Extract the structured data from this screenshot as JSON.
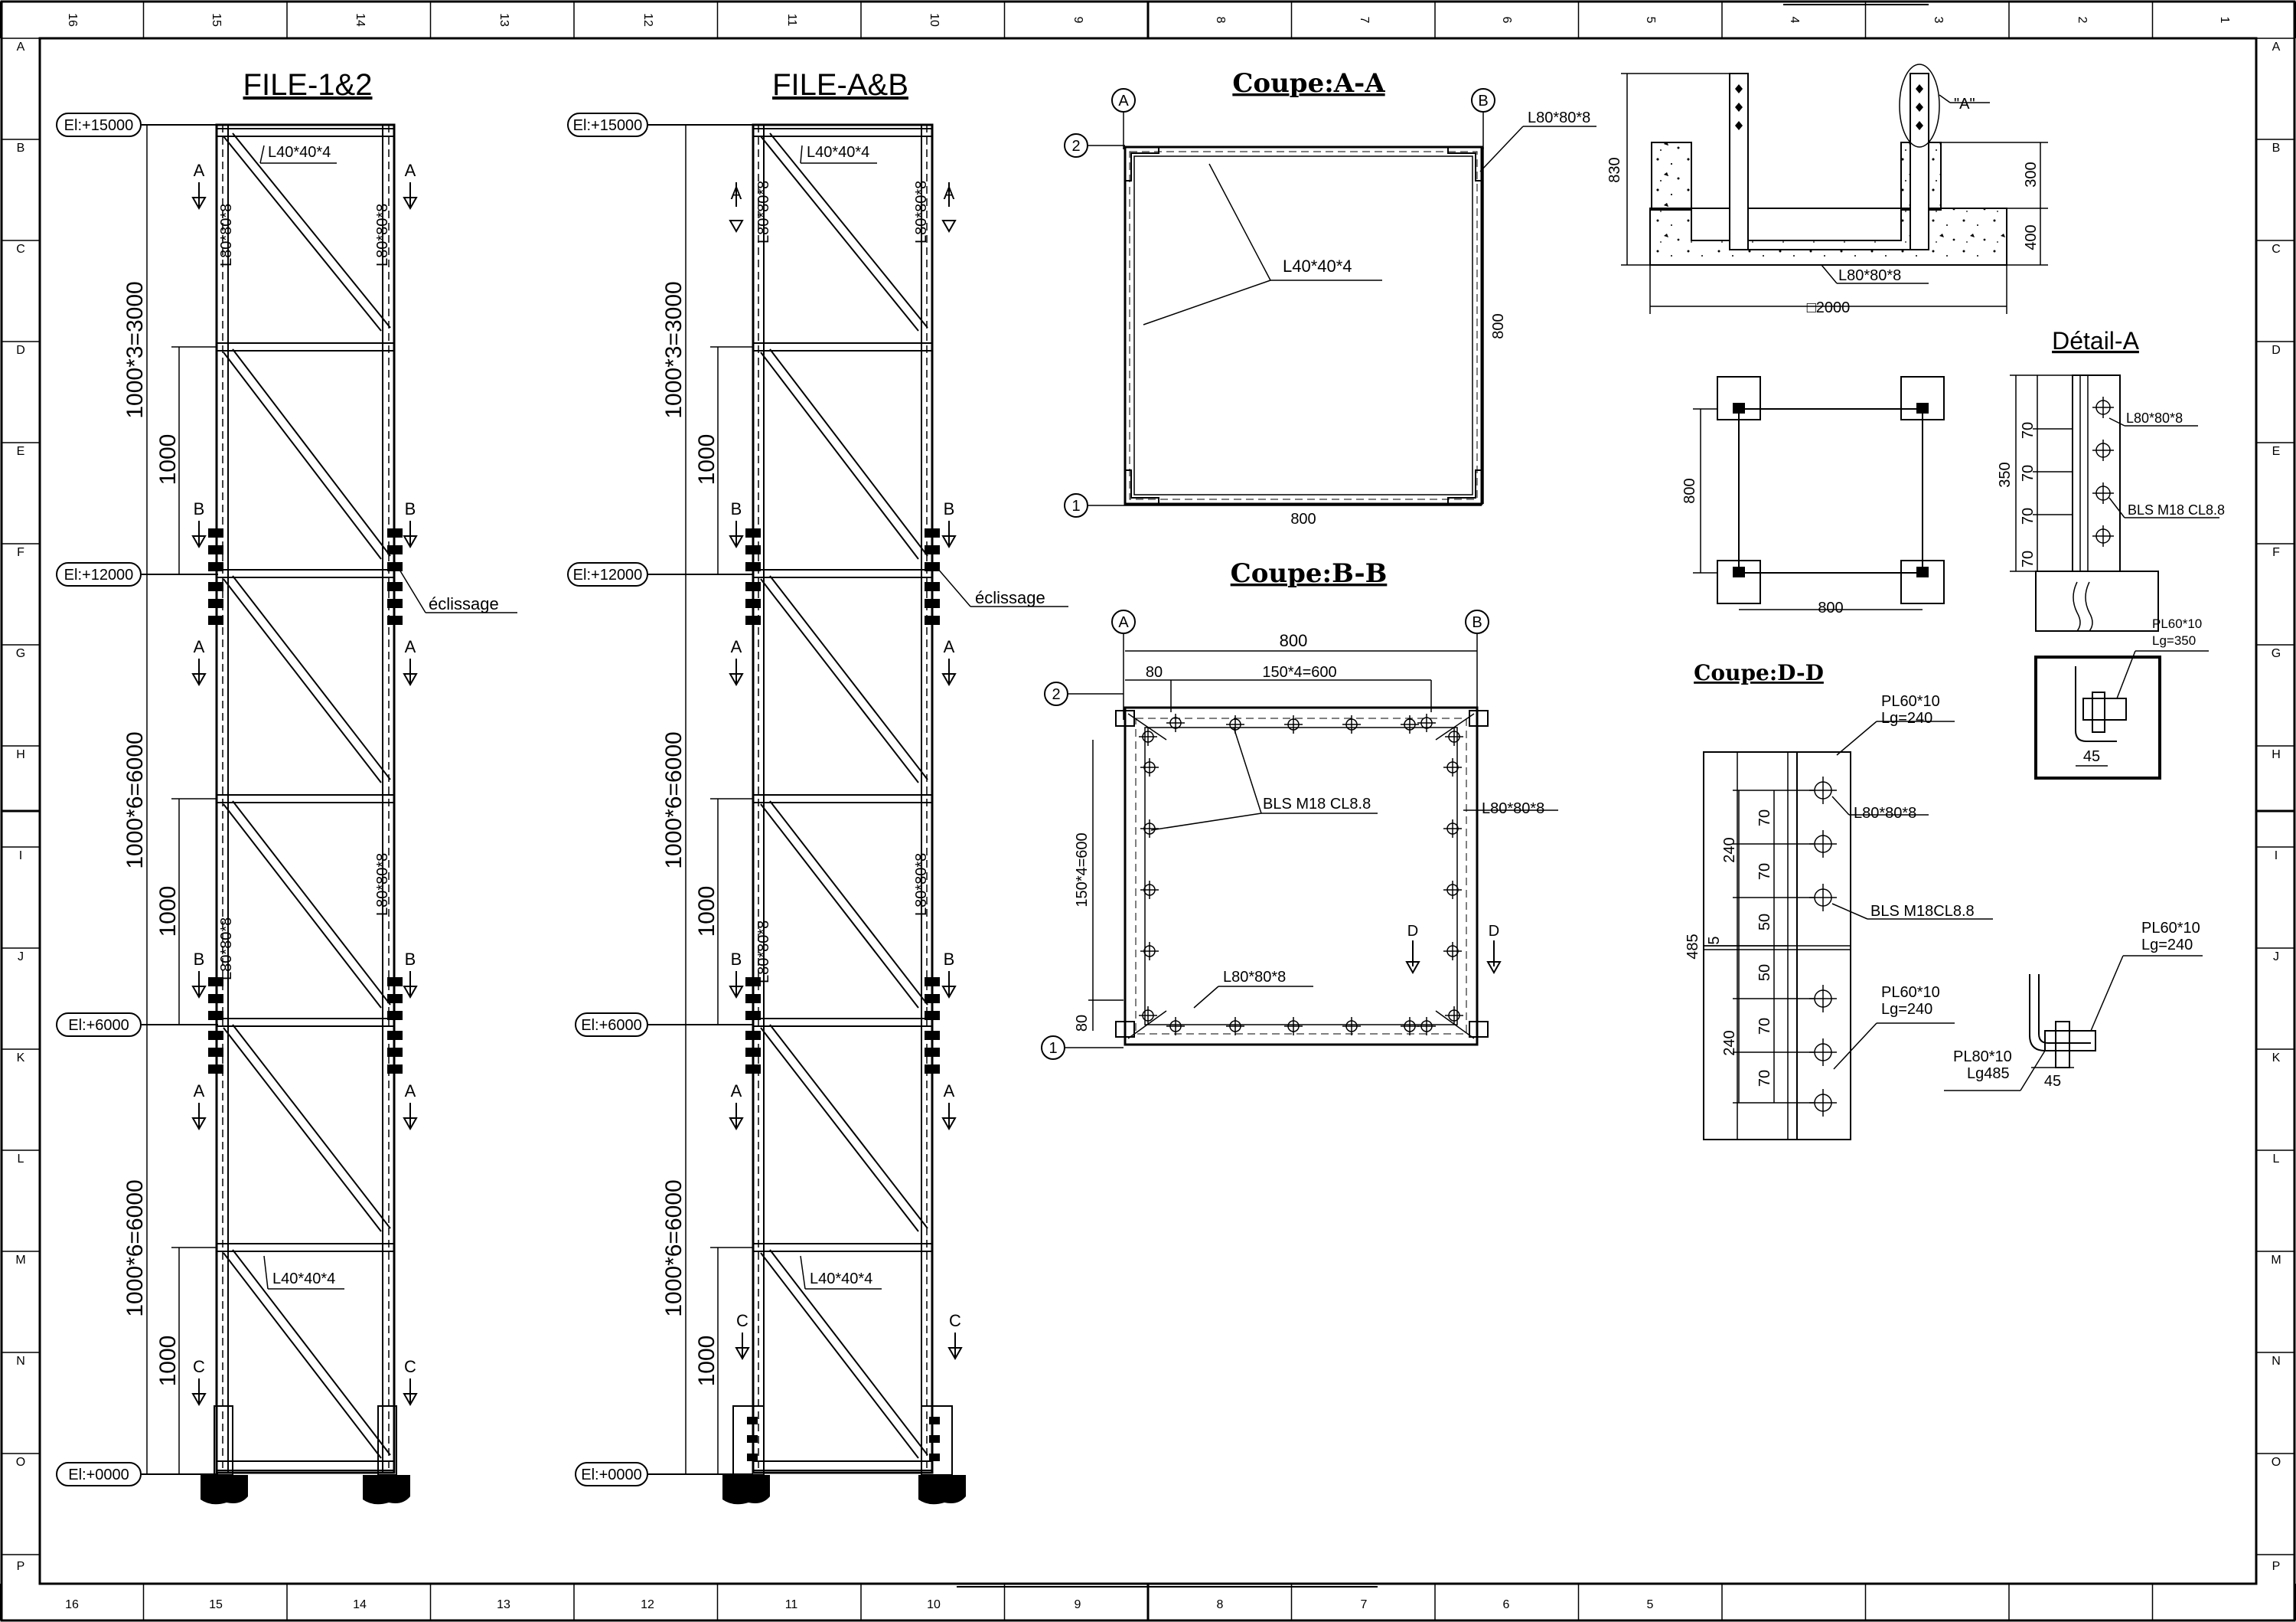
{
  "border": {
    "top_numbers": [
      "16",
      "15",
      "14",
      "13",
      "12",
      "11",
      "10",
      "9",
      "8",
      "7",
      "6",
      "5",
      "4",
      "3",
      "2",
      "1"
    ],
    "bottom_numbers": [
      "16",
      "15",
      "14",
      "13",
      "12",
      "11",
      "10",
      "9",
      "8",
      "7",
      "6",
      "5"
    ],
    "side_letters": [
      "A",
      "B",
      "C",
      "D",
      "E",
      "F",
      "G",
      "H",
      "I",
      "J",
      "K",
      "L",
      "M",
      "N",
      "O",
      "P"
    ]
  },
  "elevation_1": {
    "title": "FILE-1&2",
    "levels": [
      "El:+15000",
      "El:+12000",
      "El:+6000",
      "El:+0000"
    ],
    "dims": [
      "1000*3=3000",
      "1000*6=6000",
      "1000*6=6000"
    ],
    "sub_dims": [
      "1000",
      "1000",
      "1000"
    ],
    "brace_top": "L40*40*4",
    "brace_bottom": "L40*40*4",
    "col_top_left": "L80*80*8",
    "col_top_right": "L80*80*8",
    "col_mid_left": "L80*80*8",
    "col_mid_right": "L80*80*8",
    "splice": "éclissage"
  },
  "elevation_2": {
    "title": "FILE-A&B",
    "levels": [
      "El:+15000",
      "El:+12000",
      "El:+6000",
      "El:+0000"
    ],
    "dims": [
      "1000*3=3000",
      "1000*6=6000",
      "1000*6=6000"
    ],
    "sub_dims": [
      "1000",
      "1000",
      "1000"
    ],
    "brace_top": "L40*40*4",
    "brace_bottom": "L40*40*4",
    "col_top_left": "L80*80*8",
    "col_top_right": "L80*80*8",
    "col_mid_left": "L80*80*8",
    "col_mid_right": "L80*80*8",
    "splice": "éclissage"
  },
  "markers": {
    "a": "A",
    "b": "B",
    "c": "C",
    "d": "D"
  },
  "section_aa": {
    "title": "Coupe:A-A",
    "axis_a": "A",
    "axis_b": "B",
    "axis_1": "1",
    "axis_2": "2",
    "brace": "L40*40*4",
    "angle": "L80*80*8",
    "dim_h": "800",
    "dim_v": "800"
  },
  "section_bb": {
    "title": "Coupe:B-B",
    "axis_a": "A",
    "axis_b": "B",
    "axis_1": "1",
    "axis_2": "2",
    "dim_total": "800",
    "dim_edge": "80",
    "dim_bolts_h": "150*4=600",
    "dim_bolts_v": "150*4=600",
    "dim_edge_v": "80",
    "bolts": "BLS  M18  CL8.8",
    "angle_right": "L80*80*8",
    "angle_bottom": "L80*80*8"
  },
  "foundation": {
    "detail_ref": "\"A\"",
    "dim_height": "830",
    "dim_pier": "300",
    "dim_slab": "400",
    "angle": "L80*80*8",
    "dim_width": "□2000"
  },
  "plan_anchor": {
    "dim_v": "800",
    "dim_h": "800"
  },
  "detail_a": {
    "title": "Détail-A",
    "angle": "L80*80*8",
    "bolts": "BLS  M18  CL8.8",
    "dim_total": "350",
    "spacing": [
      "70",
      "70",
      "70",
      "70"
    ],
    "plate": "PL60*10",
    "plate_len": "Lg=350",
    "dim_45": "45"
  },
  "section_dd": {
    "title": "Coupe:D-D",
    "plate_top": "PL60*10",
    "plate_top_len": "Lg=240",
    "angle": "L80*80*8",
    "bolts": "BLS  M18CL8.8",
    "plate_bot": "PL60*10",
    "plate_bot_len": "Lg=240",
    "dim_total": "485",
    "dim_240_top": "240",
    "dim_240_bot": "240",
    "dim_5": "5",
    "spacing": [
      "70",
      "70",
      "50",
      "50",
      "70",
      "70"
    ]
  },
  "detail_dd": {
    "plate": "PL60*10",
    "plate_len": "Lg=240",
    "plate2": "PL80*10",
    "plate2_len": "Lg485",
    "dim_45": "45"
  }
}
